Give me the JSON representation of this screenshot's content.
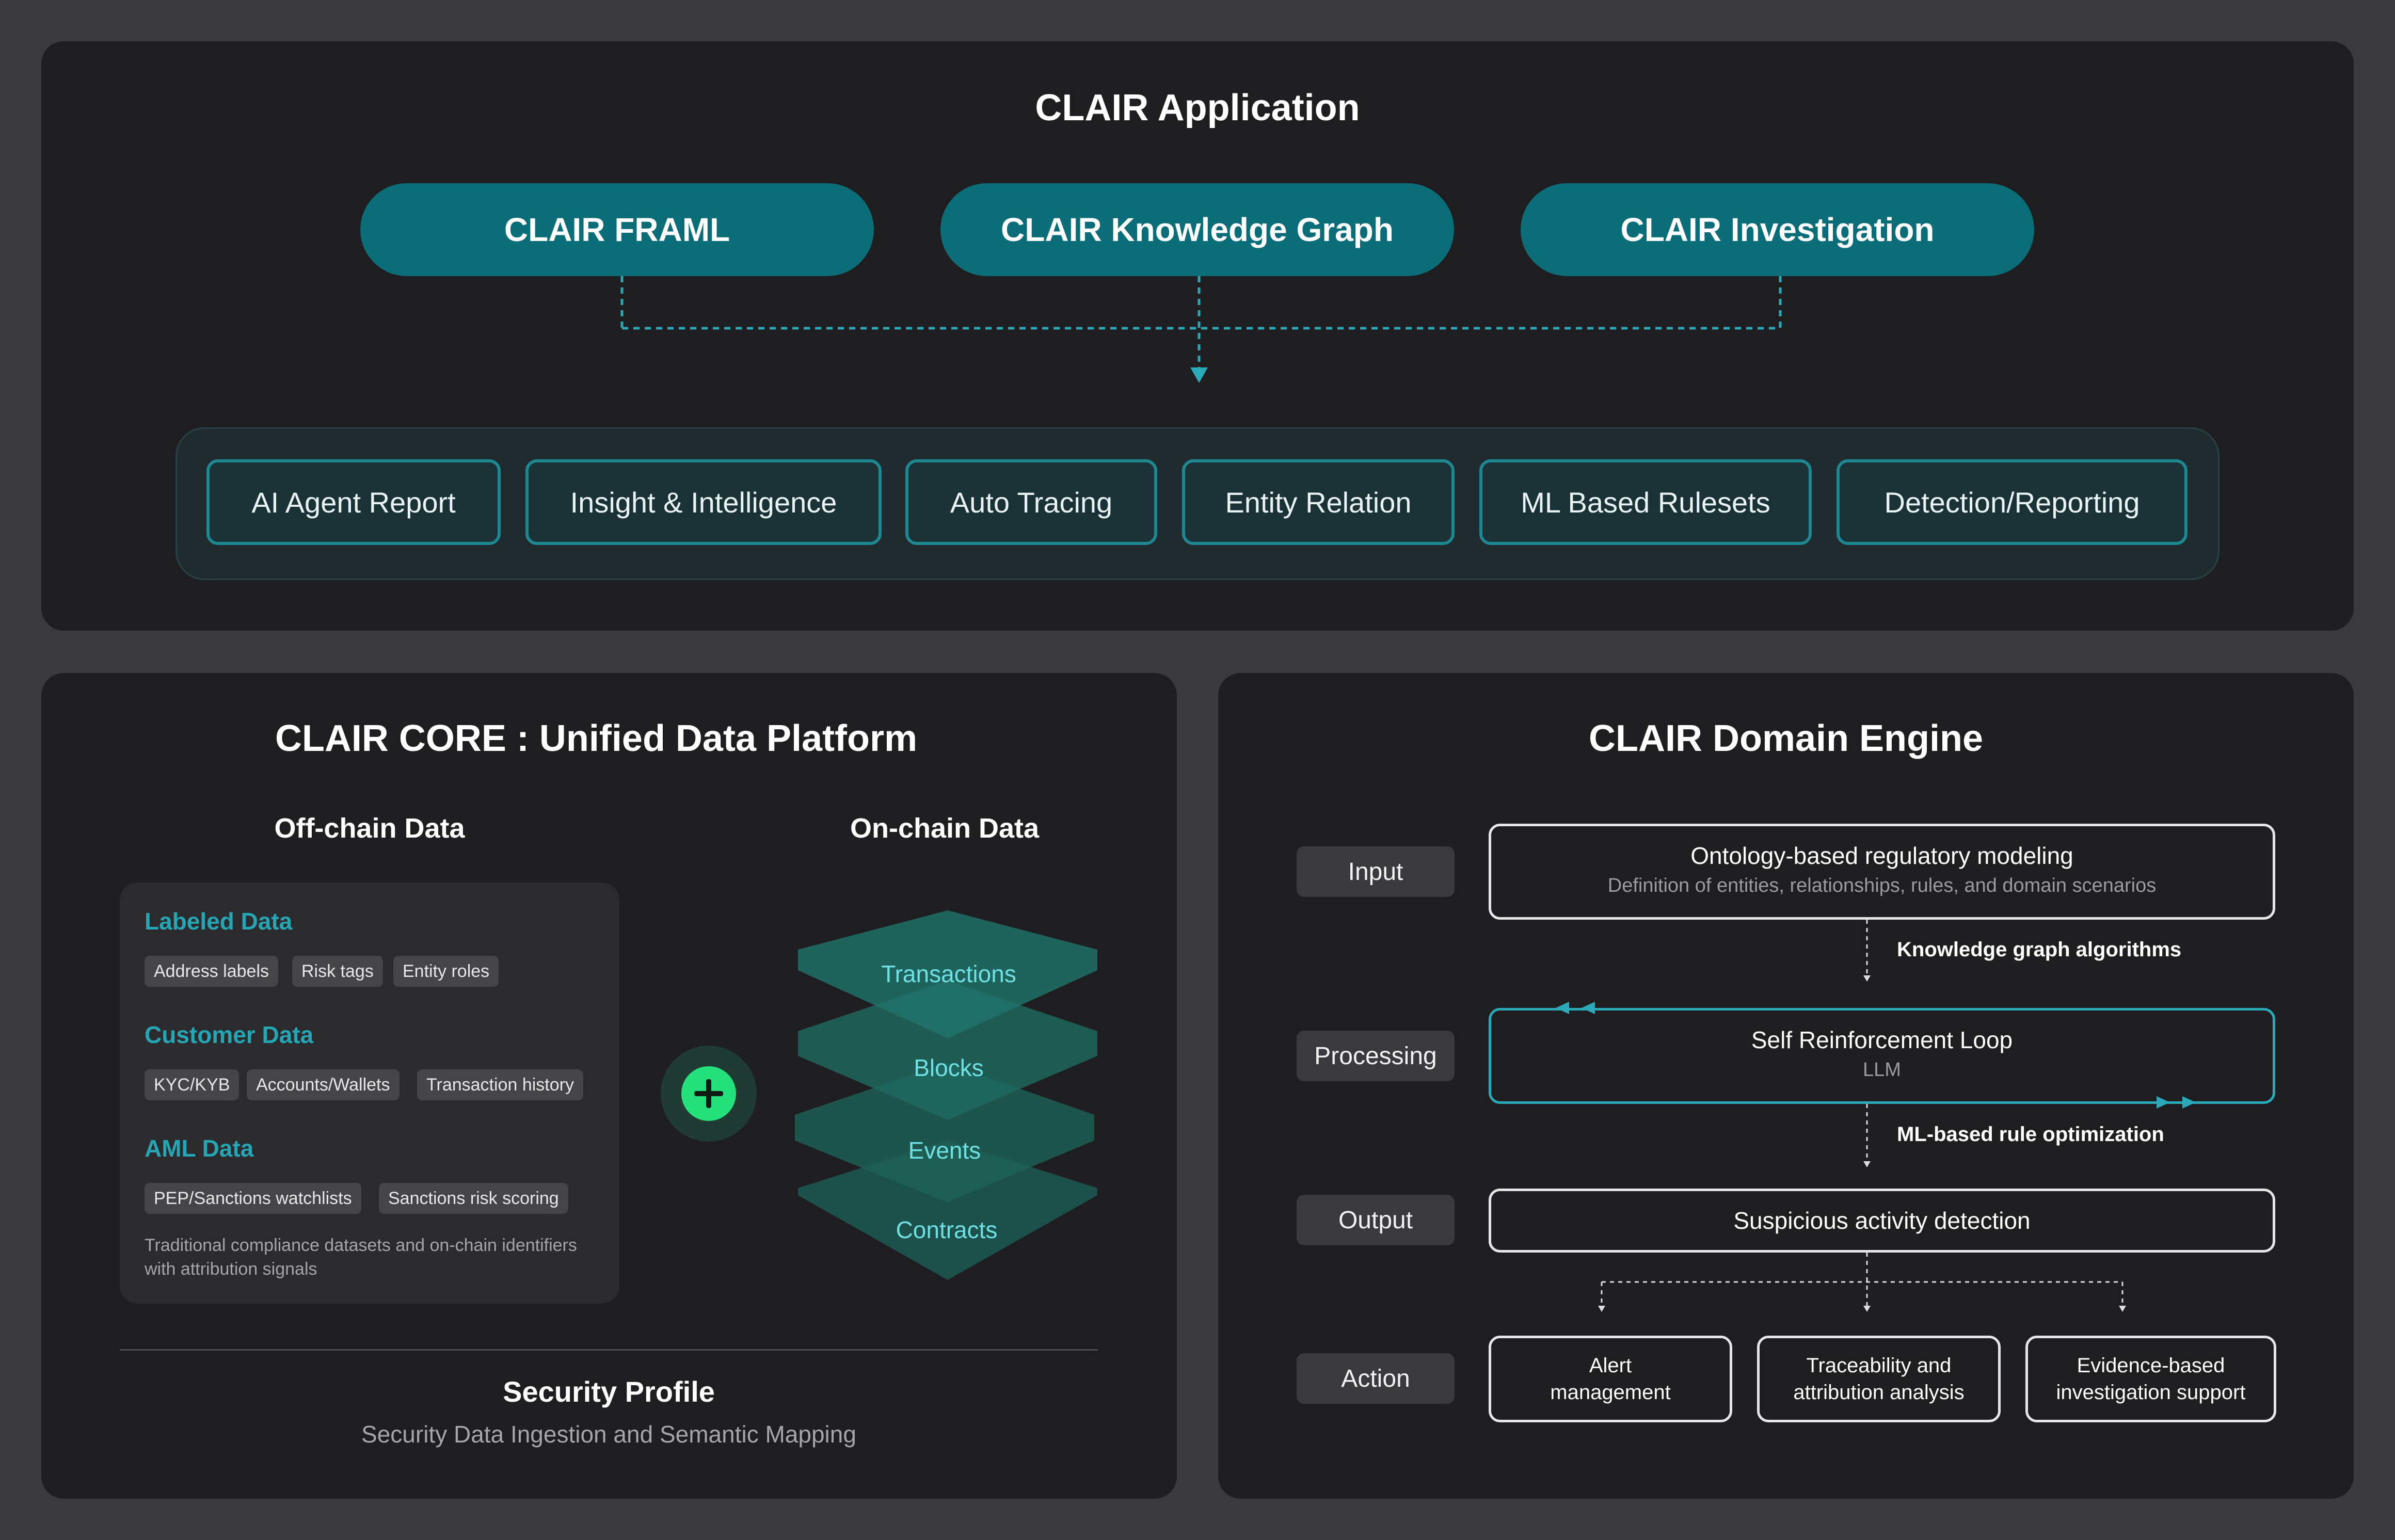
{
  "application": {
    "title": "CLAIR Application",
    "products": [
      "CLAIR FRAML",
      "CLAIR Knowledge Graph",
      "CLAIR Investigation"
    ],
    "features": [
      "AI Agent Report",
      "Insight & Intelligence",
      "Auto Tracing",
      "Entity Relation",
      "ML Based Rulesets",
      "Detection/Reporting"
    ]
  },
  "core": {
    "title": "CLAIR CORE : Unified Data Platform",
    "offchain_title": "Off-chain Data",
    "onchain_title": "On-chain Data",
    "categories": [
      {
        "name": "Labeled Data",
        "tags": [
          "Address labels",
          "Risk tags",
          "Entity roles"
        ]
      },
      {
        "name": "Customer Data",
        "tags": [
          "KYC/KYB",
          "Accounts/Wallets",
          "Transaction history"
        ]
      },
      {
        "name": "AML Data",
        "tags": [
          "PEP/Sanctions watchlists",
          "Sanctions risk scoring"
        ]
      }
    ],
    "note": "Traditional compliance datasets and on-chain identifiers with attribution signals",
    "onchain_layers": [
      "Transactions",
      "Blocks",
      "Events",
      "Contracts"
    ],
    "security_title": "Security Profile",
    "security_subtitle": "Security Data Ingestion and Semantic Mapping"
  },
  "engine": {
    "title": "CLAIR Domain Engine",
    "stages": [
      "Input",
      "Processing",
      "Output",
      "Action"
    ],
    "input_main": "Ontology-based regulatory modeling",
    "input_sub": "Definition of entities, relationships, rules, and domain scenarios",
    "edge1": "Knowledge graph algorithms",
    "processing_main": "Self Reinforcement Loop",
    "processing_sub": "LLM",
    "edge2": "ML-based rule optimization",
    "output_main": "Suspicious activity detection",
    "actions": [
      "Alert\nmanagement",
      "Traceability and\nattribution analysis",
      "Evidence-based\ninvestigation support"
    ]
  },
  "colors": {
    "background": "#3a393d",
    "panel": "#1e1e20",
    "teal_pill": "#0b6d78",
    "teal_accent": "#1e8892",
    "cyan_text": "#26a6b4",
    "plus_green": "#25e17c"
  }
}
